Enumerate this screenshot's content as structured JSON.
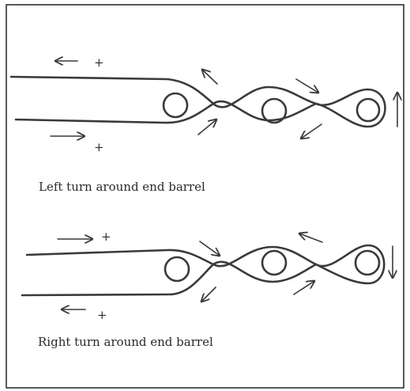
{
  "diagrams": [
    {
      "caption": "Left turn around end barrel",
      "barrel_count": 3,
      "signs": [
        "+",
        "+"
      ]
    },
    {
      "caption": "Right turn around end barrel",
      "barrel_count": 3,
      "signs": [
        "+",
        "+"
      ]
    }
  ]
}
